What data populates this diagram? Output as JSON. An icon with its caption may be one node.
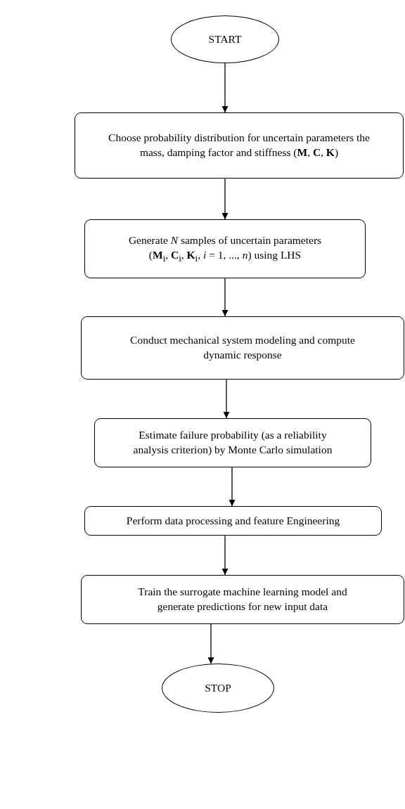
{
  "diagram": {
    "nodes": [
      {
        "text": [
          "START"
        ]
      },
      {
        "text": [
          "Choose probability distribution for uncertain parameters the mass, damping factor and stiffness (**M**, **C**, **K**)"
        ]
      },
      {
        "text": [
          "Generate *N* samples of uncertain parameters (**M**$_{i}$, **C**$_{i}$, **K**$_{i}$, *i* = 1, ..., *n*) using LHS"
        ]
      },
      {
        "text": [
          "Conduct mechanical system modeling and compute dynamic response"
        ]
      },
      {
        "text": [
          "Estimate failure probability (as a reliability analysis criterion) by Monte Carlo simulation"
        ]
      },
      {
        "text": [
          "Perform data processing and feature Engineering"
        ]
      },
      {
        "text": [
          "Train the surrogate machine learning model and generate predictions for new input data"
        ]
      },
      {
        "text": [
          "STOP"
        ]
      }
    ],
    "edges": [
      {
        "from": 0,
        "to": 1,
        "arrow": "to"
      },
      {
        "from": 1,
        "to": 2,
        "arrow": "to"
      },
      {
        "from": 2,
        "to": 3,
        "arrow": "to"
      },
      {
        "from": 3,
        "to": 4,
        "arrow": "to"
      },
      {
        "from": 4,
        "to": 5,
        "arrow": "to"
      },
      {
        "from": 5,
        "to": 6,
        "arrow": "to"
      },
      {
        "from": 6,
        "to": 7,
        "arrow": "to"
      }
    ]
  }
}
